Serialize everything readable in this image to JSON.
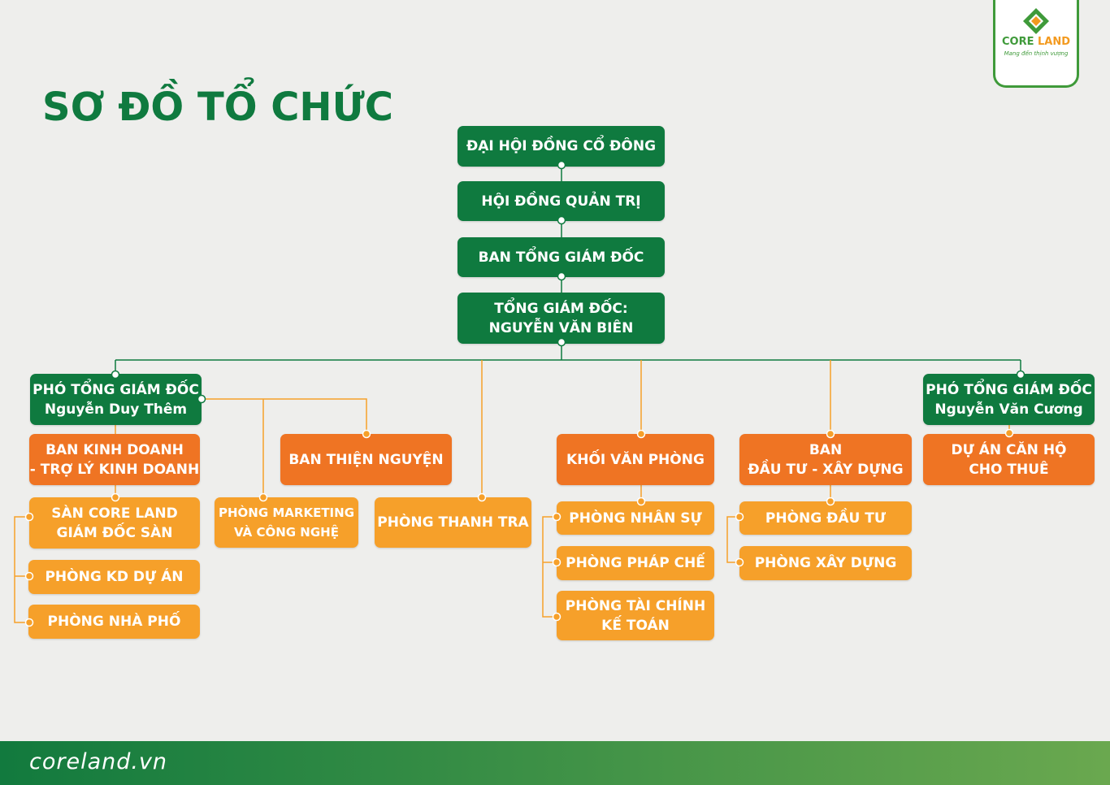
{
  "title": "SƠ ĐỒ TỔ CHỨC",
  "logo": {
    "brand_a": "CORE",
    "brand_b": " LAND",
    "slogan": "Mang đến thịnh vượng"
  },
  "nodes": {
    "dhdcd": "ĐẠI HỘI ĐỒNG CỔ ĐÔNG",
    "hdqt": "HỘI ĐỒNG QUẢN TRỊ",
    "btgd": "BAN TỔNG GIÁM ĐỐC",
    "tgd": [
      "TỔNG GIÁM ĐỐC:",
      "NGUYỄN VĂN BIÊN"
    ],
    "ptgd1": [
      "PHÓ TỔNG GIÁM ĐỐC",
      "Nguyễn Duy Thêm"
    ],
    "ptgd2": [
      "PHÓ TỔNG GIÁM ĐỐC",
      "Nguyễn Văn Cương"
    ],
    "ban_kd": [
      "BAN KINH DOANH",
      "- TRỢ LÝ KINH DOANH"
    ],
    "ban_tn": "BAN THIỆN NGUYỆN",
    "khoi_vp": "KHỐI VĂN PHÒNG",
    "ban_dtxd": [
      "BAN",
      "ĐẦU TƯ - XÂY DỰNG"
    ],
    "du_an": [
      "DỰ ÁN CĂN HỘ",
      "CHO THUÊ"
    ],
    "san": [
      "SÀN CORE LAND",
      "GIÁM ĐỐC SÀN"
    ],
    "kd_du_an": "PHÒNG KD DỰ ÁN",
    "nha_pho": "PHÒNG NHÀ PHỐ",
    "marketing": [
      "PHÒNG MARKETING",
      "VÀ CÔNG NGHỆ"
    ],
    "thanh_tra": "PHÒNG THANH TRA",
    "nhan_su": "PHÒNG NHÂN SỰ",
    "phap_che": "PHÒNG PHÁP CHẾ",
    "tai_chinh": [
      "PHÒNG TÀI CHÍNH",
      "KẾ TOÁN"
    ],
    "dau_tu": "PHÒNG ĐẦU TƯ",
    "xay_dung": "PHÒNG XÂY DỰNG"
  },
  "footer": {
    "website": "coreland.vn"
  },
  "colors": {
    "green": "#0f7a3f",
    "orange_dark": "#ef7423",
    "orange_light": "#f6a02a"
  }
}
